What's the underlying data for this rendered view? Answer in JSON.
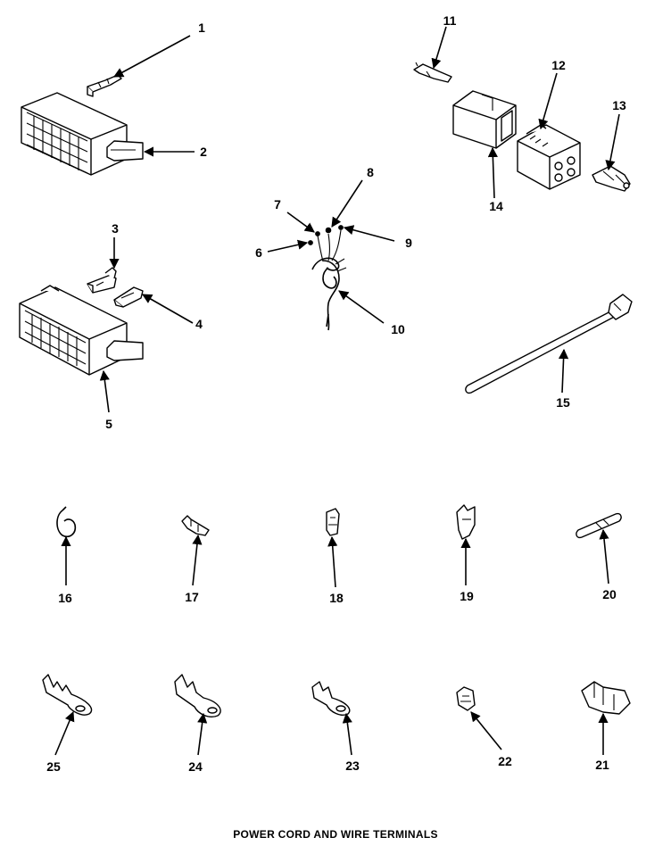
{
  "diagram_title": "POWER CORD AND WIRE TERMINALS",
  "callouts": [
    {
      "id": "c1",
      "text": "1"
    },
    {
      "id": "c2",
      "text": "2"
    },
    {
      "id": "c3",
      "text": "3"
    },
    {
      "id": "c4",
      "text": "4"
    },
    {
      "id": "c5",
      "text": "5"
    },
    {
      "id": "c6",
      "text": "6"
    },
    {
      "id": "c7",
      "text": "7"
    },
    {
      "id": "c8",
      "text": "8"
    },
    {
      "id": "c9",
      "text": "9"
    },
    {
      "id": "c10",
      "text": "10"
    },
    {
      "id": "c11",
      "text": "11"
    },
    {
      "id": "c12",
      "text": "12"
    },
    {
      "id": "c13",
      "text": "13"
    },
    {
      "id": "c14",
      "text": "14"
    },
    {
      "id": "c15",
      "text": "15"
    },
    {
      "id": "c16",
      "text": "16"
    },
    {
      "id": "c17",
      "text": "17"
    },
    {
      "id": "c18",
      "text": "18"
    },
    {
      "id": "c19",
      "text": "19"
    },
    {
      "id": "c20",
      "text": "20"
    },
    {
      "id": "c21",
      "text": "21"
    },
    {
      "id": "c22",
      "text": "22"
    },
    {
      "id": "c23",
      "text": "23"
    },
    {
      "id": "c24",
      "text": "24"
    },
    {
      "id": "c25",
      "text": "25"
    }
  ]
}
